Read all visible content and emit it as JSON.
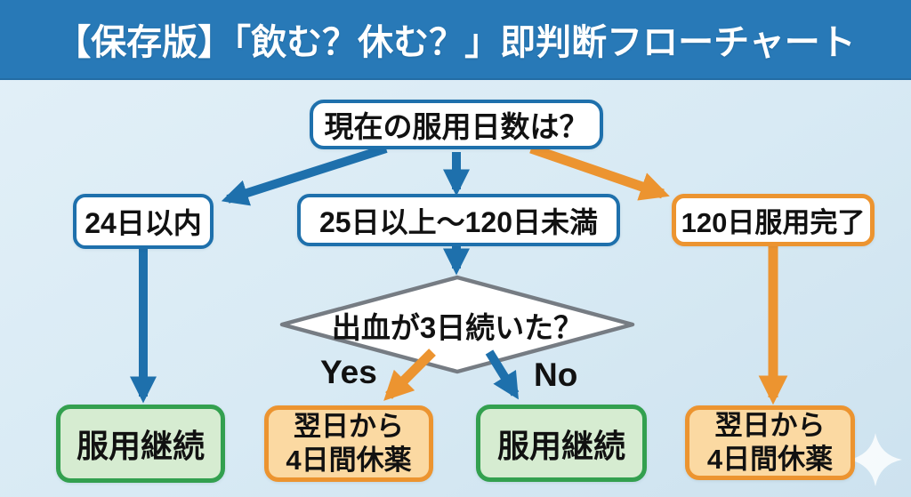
{
  "title": "【保存版】「飲む？休む？」即判断フローチャート",
  "flow": {
    "root": {
      "label": "現在の服用日数は？"
    },
    "branches": [
      {
        "label": "24日以内"
      },
      {
        "label": "25日以上〜120日未満"
      },
      {
        "label": "120日服用完了"
      }
    ],
    "decision": {
      "label": "出血が3日続いた？",
      "yes_label": "Yes",
      "no_label": "No"
    },
    "outcomes": [
      {
        "label": "服用継続"
      },
      {
        "line1": "翌日から",
        "line2": "4日間休薬"
      },
      {
        "label": "服用継続"
      },
      {
        "line1": "翌日から",
        "line2": "4日間休薬"
      }
    ]
  },
  "icons": {
    "sparkle": "four-point-sparkle"
  },
  "colors": {
    "banner": "#2879B7",
    "bg-light": "#E3F0F8",
    "bg-mid": "#D8EAF4",
    "bg-dark": "#CDE2EF",
    "blue": "#1E70AC",
    "orange": "#EC9430",
    "orange-fill": "#FBD9A2",
    "green": "#33A04F",
    "green-fill": "#D6ECD1",
    "gray": "#767C83",
    "ink": "#111111",
    "white": "#FFFFFF"
  }
}
